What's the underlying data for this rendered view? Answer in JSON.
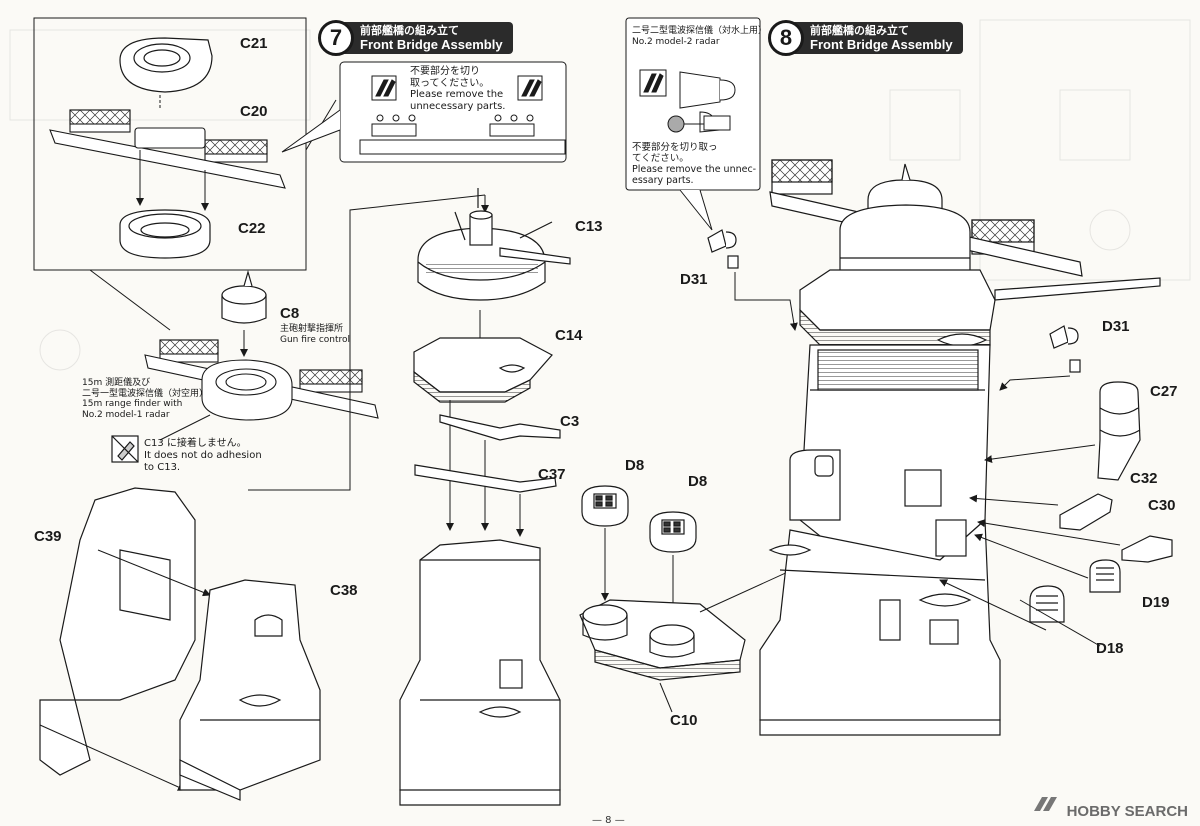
{
  "steps": [
    {
      "number": "7",
      "title_jp": "前部艦橋の組み立て",
      "title_en": "Front Bridge Assembly"
    },
    {
      "number": "8",
      "title_jp": "前部艦橋の組み立て",
      "title_en": "Front Bridge Assembly"
    }
  ],
  "parts": {
    "c21": "C21",
    "c20": "C20",
    "c22": "C22",
    "c8": "C8",
    "c13": "C13",
    "c14": "C14",
    "c3": "C3",
    "c37": "C37",
    "c39": "C39",
    "c38": "C38",
    "d8a": "D8",
    "d8b": "D8",
    "c10": "C10",
    "d31a": "D31",
    "d31b": "D31",
    "c27": "C27",
    "c32": "C32",
    "c30": "C30",
    "d19": "D19",
    "d18": "D18"
  },
  "notes": {
    "gun_fire_control_jp": "主砲射撃指揮所",
    "gun_fire_control_en": "Gun fire control",
    "rangefinder_jp": [
      "15m 測距儀及び",
      "二号一型電波探信儀（対空用）"
    ],
    "rangefinder_en": [
      "15m range finder with",
      "No.2 model-1 radar"
    ],
    "no_adhesion_jp": "C13 に接着しません。",
    "no_adhesion_en": [
      "It does not do adhesion",
      "to C13."
    ],
    "remove_jp_1": [
      "不要部分を切り",
      "取ってください。"
    ],
    "remove_en_1": [
      "Please remove the",
      "unnecessary parts."
    ],
    "radar2_jp": "二号二型電波探信儀（対水上用）",
    "radar2_en": "No.2 model-2 radar",
    "remove_jp_2": [
      "不要部分を切り取っ",
      "てください。"
    ],
    "remove_en_2": [
      "Please remove the unnec-",
      "essary parts."
    ]
  },
  "footer": {
    "page": "— 8 —",
    "watermark": "HOBBY SEARCH"
  },
  "colors": {
    "ink": "#1a1a1a",
    "paper": "#fbfaf6",
    "title_bar": "#2b2b2b",
    "watermark": "#6b6b6b"
  }
}
